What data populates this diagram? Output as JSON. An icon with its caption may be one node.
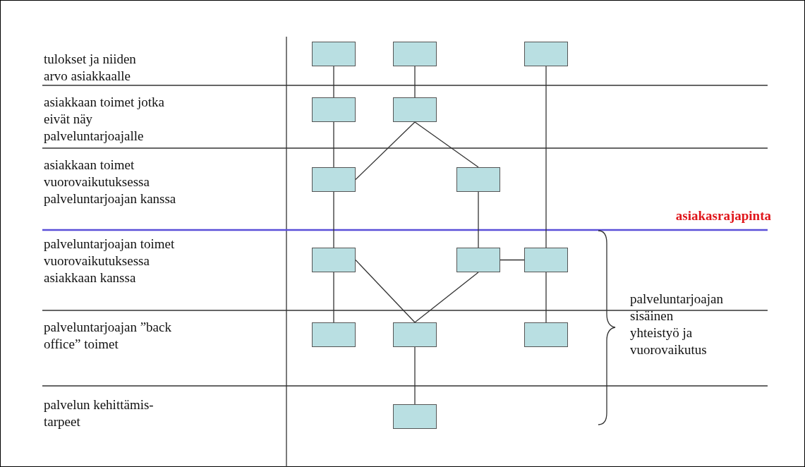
{
  "diagram": {
    "nodes": [
      {
        "text": [],
        "shape": "box"
      },
      {
        "text": [],
        "shape": "box"
      },
      {
        "text": [],
        "shape": "box"
      },
      {
        "text": [],
        "shape": "box"
      },
      {
        "text": [],
        "shape": "box"
      },
      {
        "text": [],
        "shape": "box"
      },
      {
        "text": [],
        "shape": "box"
      },
      {
        "text": [],
        "shape": "box"
      },
      {
        "text": [],
        "shape": "box"
      },
      {
        "text": [],
        "shape": "box"
      },
      {
        "text": [],
        "shape": "box"
      },
      {
        "text": [],
        "shape": "box"
      },
      {
        "text": [],
        "shape": "box"
      },
      {
        "text": [],
        "shape": "box"
      }
    ],
    "edges": [
      {
        "from": 0,
        "to": 3,
        "arrow": "none"
      },
      {
        "from": 1,
        "to": 4,
        "arrow": "none"
      },
      {
        "from": 2,
        "to": 9,
        "arrow": "none"
      },
      {
        "from": 3,
        "to": 5,
        "arrow": "none"
      },
      {
        "from": 4,
        "to": 5,
        "arrow": "none"
      },
      {
        "from": 4,
        "to": 6,
        "arrow": "none"
      },
      {
        "from": 5,
        "to": 7,
        "arrow": "none"
      },
      {
        "from": 6,
        "to": 8,
        "arrow": "none"
      },
      {
        "from": 7,
        "to": 10,
        "arrow": "none"
      },
      {
        "from": 7,
        "to": 11,
        "arrow": "none"
      },
      {
        "from": 8,
        "to": 11,
        "arrow": "none"
      },
      {
        "from": 8,
        "to": 9,
        "arrow": "none"
      },
      {
        "from": 9,
        "to": 12,
        "arrow": "none"
      },
      {
        "from": 11,
        "to": 13,
        "arrow": "none"
      }
    ],
    "labels": [
      "tulokset ja niiden arvo asiakkaalle",
      "asiakkaan toimet jotka eivät näy palveluntarjoajalle",
      "asiakkaan toimet vuorovaikutuksessa palveluntarjoajan kanssa",
      "asiakasrajapinta",
      "palveluntarjoajan toimet vuorovaikutuksessa asiakkaan kanssa",
      "palveluntarjoajan sisäinen yhteistyö ja vuorovaikutus",
      "palveluntarjoajan ”back office” toimet",
      "palvelun kehittämis- tarpeet"
    ]
  }
}
